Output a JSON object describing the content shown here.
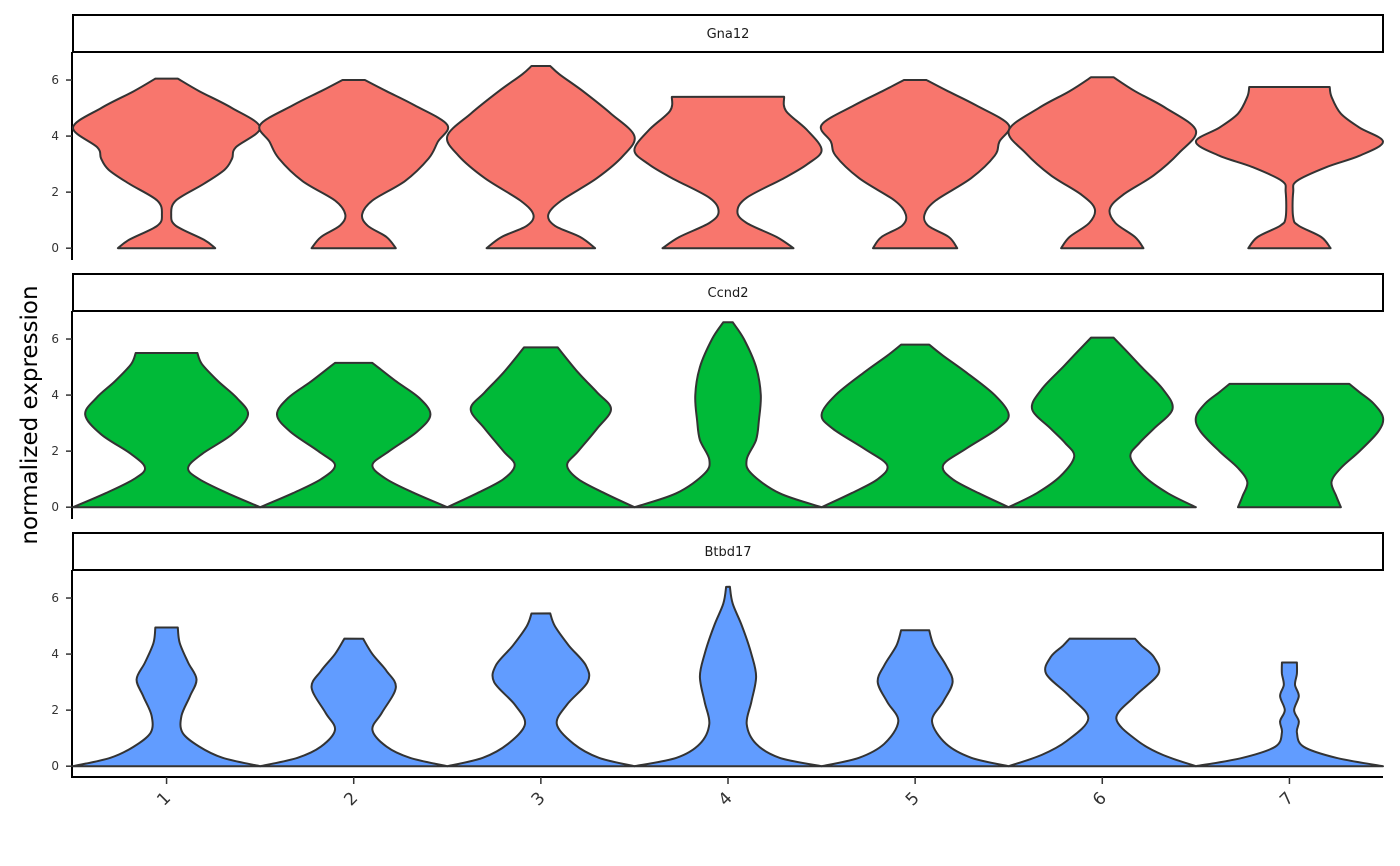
{
  "chart_data": {
    "type": "violin",
    "ylabel": "normalized expression",
    "xlabel": "",
    "categories": [
      "1",
      "2",
      "3",
      "4",
      "5",
      "6",
      "7"
    ],
    "ylim": [
      -0.35,
      7.0
    ],
    "yticks": [
      "0",
      "2",
      "4",
      "6"
    ],
    "grid": false,
    "outline_color": "#333333",
    "panels": [
      {
        "gene": "Gna12",
        "color": "#F8766D",
        "profiles": [
          [
            [
              0,
              0.52
            ],
            [
              0.3,
              0.4
            ],
            [
              0.8,
              0.1
            ],
            [
              1.2,
              0.05
            ],
            [
              1.7,
              0.1
            ],
            [
              2.3,
              0.4
            ],
            [
              2.8,
              0.62
            ],
            [
              3.2,
              0.7
            ],
            [
              3.6,
              0.74
            ],
            [
              4.3,
              1.0
            ],
            [
              5,
              0.7
            ],
            [
              5.6,
              0.35
            ],
            [
              6.05,
              0.12
            ]
          ],
          [
            [
              0,
              0.45
            ],
            [
              0.4,
              0.35
            ],
            [
              0.8,
              0.15
            ],
            [
              1.2,
              0.09
            ],
            [
              1.7,
              0.2
            ],
            [
              2.4,
              0.55
            ],
            [
              3.2,
              0.8
            ],
            [
              3.8,
              0.9
            ],
            [
              4.4,
              1.0
            ],
            [
              5.1,
              0.65
            ],
            [
              5.6,
              0.35
            ],
            [
              6.0,
              0.12
            ]
          ],
          [
            [
              0,
              0.58
            ],
            [
              0.4,
              0.42
            ],
            [
              0.8,
              0.15
            ],
            [
              1.2,
              0.08
            ],
            [
              1.7,
              0.22
            ],
            [
              2.5,
              0.6
            ],
            [
              3.3,
              0.88
            ],
            [
              4.0,
              1.0
            ],
            [
              4.8,
              0.75
            ],
            [
              5.6,
              0.45
            ],
            [
              6.2,
              0.2
            ],
            [
              6.5,
              0.1
            ]
          ],
          [
            [
              0,
              0.7
            ],
            [
              0.4,
              0.52
            ],
            [
              0.9,
              0.2
            ],
            [
              1.3,
              0.1
            ],
            [
              1.8,
              0.2
            ],
            [
              2.5,
              0.6
            ],
            [
              3.0,
              0.85
            ],
            [
              3.5,
              1.0
            ],
            [
              4.2,
              0.85
            ],
            [
              4.9,
              0.62
            ],
            [
              5.4,
              0.6
            ]
          ],
          [
            [
              0,
              0.45
            ],
            [
              0.4,
              0.36
            ],
            [
              0.8,
              0.14
            ],
            [
              1.2,
              0.1
            ],
            [
              1.7,
              0.22
            ],
            [
              2.5,
              0.6
            ],
            [
              3.3,
              0.85
            ],
            [
              3.8,
              0.9
            ],
            [
              4.4,
              1.0
            ],
            [
              5.1,
              0.65
            ],
            [
              5.6,
              0.35
            ],
            [
              6.0,
              0.12
            ]
          ],
          [
            [
              0,
              0.44
            ],
            [
              0.4,
              0.35
            ],
            [
              0.9,
              0.14
            ],
            [
              1.4,
              0.08
            ],
            [
              1.9,
              0.22
            ],
            [
              2.6,
              0.55
            ],
            [
              3.4,
              0.82
            ],
            [
              4.2,
              1.0
            ],
            [
              5.0,
              0.68
            ],
            [
              5.6,
              0.35
            ],
            [
              6.1,
              0.12
            ]
          ],
          [
            [
              0,
              0.44
            ],
            [
              0.4,
              0.34
            ],
            [
              0.8,
              0.1
            ],
            [
              1.1,
              0.04
            ],
            [
              2.0,
              0.04
            ],
            [
              2.4,
              0.08
            ],
            [
              2.9,
              0.4
            ],
            [
              3.3,
              0.75
            ],
            [
              3.8,
              1.0
            ],
            [
              4.3,
              0.75
            ],
            [
              4.8,
              0.55
            ],
            [
              5.4,
              0.45
            ],
            [
              5.75,
              0.43
            ]
          ]
        ]
      },
      {
        "gene": "Ccnd2",
        "color": "#00BA38",
        "profiles": [
          [
            [
              0,
              1.0
            ],
            [
              0.5,
              0.65
            ],
            [
              1.0,
              0.35
            ],
            [
              1.4,
              0.23
            ],
            [
              1.9,
              0.38
            ],
            [
              2.6,
              0.7
            ],
            [
              3.3,
              0.87
            ],
            [
              3.9,
              0.75
            ],
            [
              4.5,
              0.55
            ],
            [
              5.1,
              0.38
            ],
            [
              5.5,
              0.33
            ]
          ],
          [
            [
              0,
              1.0
            ],
            [
              0.5,
              0.65
            ],
            [
              1.0,
              0.35
            ],
            [
              1.5,
              0.2
            ],
            [
              2.0,
              0.38
            ],
            [
              2.7,
              0.68
            ],
            [
              3.3,
              0.82
            ],
            [
              3.9,
              0.7
            ],
            [
              4.5,
              0.45
            ],
            [
              5.15,
              0.2
            ]
          ],
          [
            [
              0,
              1.0
            ],
            [
              0.5,
              0.68
            ],
            [
              1.0,
              0.4
            ],
            [
              1.5,
              0.28
            ],
            [
              2.0,
              0.4
            ],
            [
              2.8,
              0.6
            ],
            [
              3.5,
              0.75
            ],
            [
              4.1,
              0.6
            ],
            [
              4.8,
              0.4
            ],
            [
              5.7,
              0.18
            ]
          ],
          [
            [
              0,
              1.0
            ],
            [
              0.5,
              0.55
            ],
            [
              1.2,
              0.25
            ],
            [
              1.7,
              0.2
            ],
            [
              2.4,
              0.3
            ],
            [
              3.1,
              0.33
            ],
            [
              4.0,
              0.35
            ],
            [
              5.0,
              0.3
            ],
            [
              6.0,
              0.17
            ],
            [
              6.6,
              0.05
            ]
          ],
          [
            [
              0,
              1.0
            ],
            [
              0.5,
              0.68
            ],
            [
              1.0,
              0.4
            ],
            [
              1.5,
              0.3
            ],
            [
              2.1,
              0.55
            ],
            [
              2.8,
              0.88
            ],
            [
              3.3,
              1.0
            ],
            [
              4.0,
              0.85
            ],
            [
              4.8,
              0.55
            ],
            [
              5.4,
              0.3
            ],
            [
              5.8,
              0.15
            ]
          ],
          [
            [
              0,
              1.0
            ],
            [
              0.5,
              0.7
            ],
            [
              1.1,
              0.45
            ],
            [
              1.8,
              0.3
            ],
            [
              2.3,
              0.4
            ],
            [
              2.8,
              0.55
            ],
            [
              3.5,
              0.75
            ],
            [
              4.2,
              0.65
            ],
            [
              5.0,
              0.42
            ],
            [
              5.6,
              0.25
            ],
            [
              6.05,
              0.12
            ]
          ],
          [
            [
              0,
              0.55
            ],
            [
              0.4,
              0.5
            ],
            [
              0.9,
              0.45
            ],
            [
              1.4,
              0.55
            ],
            [
              2.0,
              0.75
            ],
            [
              2.7,
              0.95
            ],
            [
              3.2,
              1.0
            ],
            [
              3.7,
              0.9
            ],
            [
              4.1,
              0.75
            ],
            [
              4.4,
              0.64
            ]
          ]
        ]
      },
      {
        "gene": "Btbd17",
        "color": "#619CFF",
        "profiles": [
          [
            [
              0,
              1.0
            ],
            [
              0.3,
              0.6
            ],
            [
              0.7,
              0.35
            ],
            [
              1.2,
              0.17
            ],
            [
              1.8,
              0.16
            ],
            [
              2.5,
              0.25
            ],
            [
              3.1,
              0.32
            ],
            [
              3.7,
              0.23
            ],
            [
              4.4,
              0.14
            ],
            [
              4.95,
              0.12
            ]
          ],
          [
            [
              0,
              1.0
            ],
            [
              0.3,
              0.6
            ],
            [
              0.7,
              0.35
            ],
            [
              1.3,
              0.2
            ],
            [
              1.9,
              0.3
            ],
            [
              2.8,
              0.45
            ],
            [
              3.4,
              0.35
            ],
            [
              4.0,
              0.2
            ],
            [
              4.55,
              0.1
            ]
          ],
          [
            [
              0,
              1.0
            ],
            [
              0.3,
              0.62
            ],
            [
              0.8,
              0.35
            ],
            [
              1.5,
              0.17
            ],
            [
              2.2,
              0.28
            ],
            [
              3.0,
              0.5
            ],
            [
              3.6,
              0.48
            ],
            [
              4.3,
              0.3
            ],
            [
              5.0,
              0.15
            ],
            [
              5.45,
              0.1
            ]
          ],
          [
            [
              0,
              1.0
            ],
            [
              0.3,
              0.55
            ],
            [
              0.8,
              0.3
            ],
            [
              1.5,
              0.2
            ],
            [
              2.3,
              0.25
            ],
            [
              3.2,
              0.3
            ],
            [
              4.0,
              0.25
            ],
            [
              5.0,
              0.15
            ],
            [
              5.8,
              0.05
            ],
            [
              6.4,
              0.02
            ]
          ],
          [
            [
              0,
              1.0
            ],
            [
              0.3,
              0.6
            ],
            [
              0.8,
              0.33
            ],
            [
              1.6,
              0.18
            ],
            [
              2.3,
              0.3
            ],
            [
              3.0,
              0.4
            ],
            [
              3.6,
              0.33
            ],
            [
              4.3,
              0.2
            ],
            [
              4.85,
              0.15
            ]
          ],
          [
            [
              0,
              1.0
            ],
            [
              0.4,
              0.65
            ],
            [
              0.9,
              0.38
            ],
            [
              1.7,
              0.15
            ],
            [
              2.5,
              0.35
            ],
            [
              3.3,
              0.6
            ],
            [
              3.9,
              0.55
            ],
            [
              4.3,
              0.42
            ],
            [
              4.55,
              0.35
            ]
          ],
          [
            [
              0,
              1.0
            ],
            [
              0.3,
              0.5
            ],
            [
              0.7,
              0.15
            ],
            [
              1.2,
              0.08
            ],
            [
              1.6,
              0.1
            ],
            [
              2.0,
              0.05
            ],
            [
              2.5,
              0.1
            ],
            [
              2.9,
              0.06
            ],
            [
              3.3,
              0.08
            ],
            [
              3.7,
              0.08
            ]
          ]
        ]
      }
    ]
  }
}
